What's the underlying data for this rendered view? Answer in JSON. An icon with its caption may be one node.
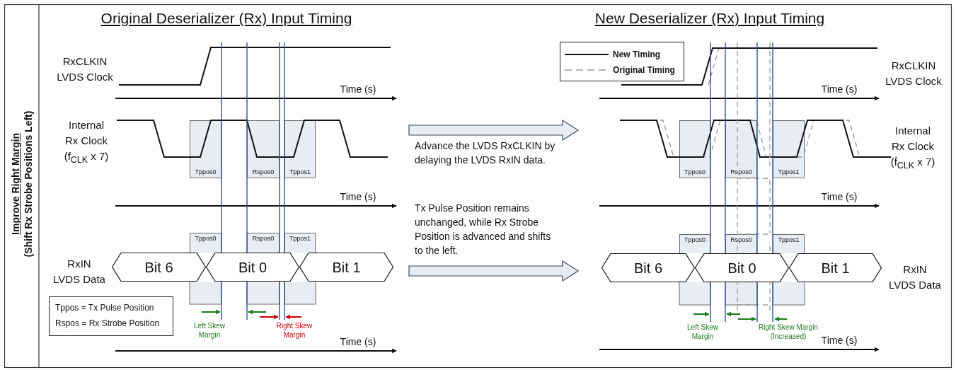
{
  "diagram": {
    "nodes": [
      {
        "text": [
          "Original Deserializer (Rx) Input Timing"
        ]
      },
      {
        "text": [
          "New Deserializer (Rx) Input Timing"
        ]
      },
      {
        "text": [
          "Bit 6"
        ],
        "in": 0
      },
      {
        "text": [
          "Bit 0"
        ],
        "in": 0
      },
      {
        "text": [
          "Bit 1"
        ],
        "in": 0
      },
      {
        "text": [
          "Tppos0"
        ],
        "in": 0
      },
      {
        "text": [
          "Rspos0"
        ],
        "in": 0
      },
      {
        "text": [
          "Tppos1"
        ],
        "in": 0
      },
      {
        "text": [
          "Tppos0"
        ],
        "in": 0
      },
      {
        "text": [
          "Rspos0"
        ],
        "in": 0
      },
      {
        "text": [
          "Tppos1"
        ],
        "in": 0
      },
      {
        "text": [
          "Tppos = Tx Pulse Position",
          "Rspos = Rx Strobe Position"
        ],
        "in": 0
      },
      {
        "text": [
          "Bit 6"
        ],
        "in": 1
      },
      {
        "text": [
          "Bit 0"
        ],
        "in": 1
      },
      {
        "text": [
          "Bit 1"
        ],
        "in": 1
      },
      {
        "text": [
          "Tppos0"
        ],
        "in": 1
      },
      {
        "text": [
          "Rspos0"
        ],
        "in": 1
      },
      {
        "text": [
          "Tppos1"
        ],
        "in": 1
      },
      {
        "text": [
          "Tppos0"
        ],
        "in": 1
      },
      {
        "text": [
          "Rspos0"
        ],
        "in": 1
      },
      {
        "text": [
          "Tppos1"
        ],
        "in": 1
      }
    ],
    "edges": [
      {
        "from": 0,
        "to": 1,
        "arrow": "to",
        "style": "thick",
        "label": "Advance the LVDS RxCLKIN by delaying the LVDS RxIN data."
      },
      {
        "from": 0,
        "to": 1,
        "arrow": "to",
        "style": "thick",
        "label": "Tx Pulse Position remains unchanged, while Rx Strobe Position is advanced and shifts to the left."
      }
    ],
    "labels": [
      "Improve Right Margin",
      "(Shift Rx Strobe Positions Left)",
      "RxCLKIN LVDS Clock",
      "Time (s)",
      "Internal Rx Clock (f$_{CLK}$ x 7)",
      "Time (s)",
      "RxIN LVDS Data",
      "Left Skew Margin",
      "Right Skew Margin",
      "Time (s)",
      "RxCLKIN LVDS Clock",
      "Time (s)",
      "Internal Rx Clock (f$_{CLK}$ x 7)",
      "Time (s)",
      "RxIN LVDS Data",
      "Left Skew Margin",
      "Right Skew Margin (Increased)",
      "Time (s)"
    ],
    "legend": [
      {
        "text": "New Timing"
      },
      {
        "text": "Original Timing"
      }
    ]
  }
}
